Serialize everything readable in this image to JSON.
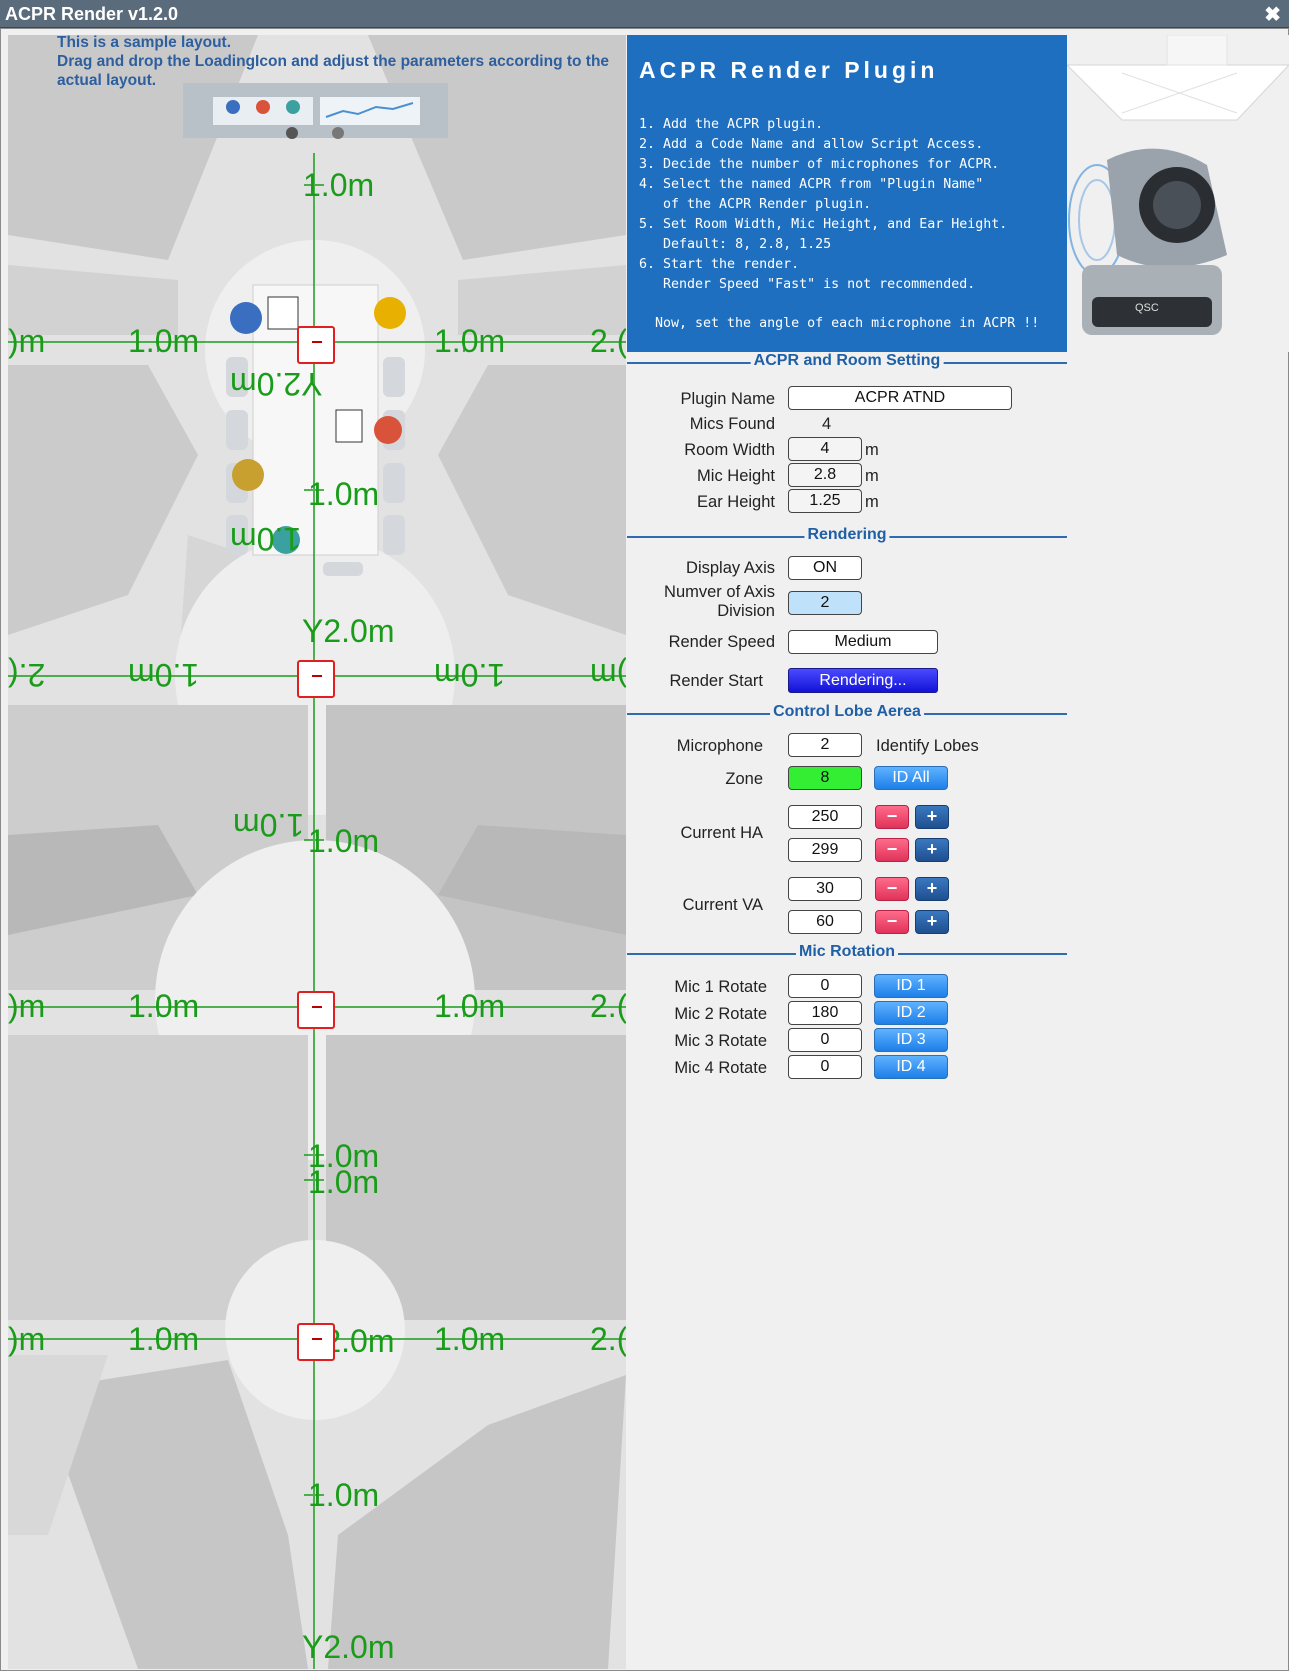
{
  "window": {
    "title": "ACPR Render v1.2.0",
    "close_glyph": "✖"
  },
  "note": {
    "line1": "This is a sample layout.",
    "line2": "Drag and drop the LoadingIcon and adjust the parameters according to the actual layout."
  },
  "axis_labels": {
    "one_m": "1.0m",
    "two_m": "2.0m",
    "zero_partial": ")m",
    "two_partial": "2.(",
    "y_two": "Y2.0m",
    "y_one": "1.0m"
  },
  "banner": {
    "title": "ACPR Render Plugin",
    "steps": [
      "1. Add the ACPR plugin.",
      "2. Add a Code Name and allow Script Access.",
      "3. Decide the number of microphones for ACPR.",
      "4. Select the named ACPR from \"Plugin Name\"",
      "   of the ACPR Render plugin.",
      "5. Set Room Width, Mic Height, and Ear Height.",
      "   Default: 8, 2.8, 1.25",
      "6. Start the render.",
      "   Render Speed \"Fast\" is not recommended."
    ],
    "final": "Now, set the angle of each microphone in ACPR !!",
    "device_brand": "QSC"
  },
  "sections": {
    "room": "ACPR and Room Setting",
    "rendering": "Rendering",
    "lobe": "Control Lobe Aerea",
    "rotation": "Mic Rotation"
  },
  "room": {
    "plugin_name_label": "Plugin Name",
    "plugin_name": "ACPR ATND",
    "mics_found_label": "Mics Found",
    "mics_found": "4",
    "room_width_label": "Room Width",
    "room_width": "4",
    "mic_height_label": "Mic Height",
    "mic_height": "2.8",
    "ear_height_label": "Ear Height",
    "ear_height": "1.25",
    "unit": "m"
  },
  "rendering": {
    "display_axis_label": "Display Axis",
    "display_axis": "ON",
    "divisions_label": "Numver of Axis Division",
    "divisions": "2",
    "speed_label": "Render Speed",
    "speed": "Medium",
    "start_label": "Render Start",
    "start_button": "Rendering..."
  },
  "lobe": {
    "microphone_label": "Microphone",
    "microphone": "2",
    "identify_label": "Identify Lobes",
    "zone_label": "Zone",
    "zone": "8",
    "id_all": "ID All",
    "ha_label": "Current HA",
    "ha": [
      "250",
      "299"
    ],
    "va_label": "Current VA",
    "va": [
      "30",
      "60"
    ],
    "minus": "−",
    "plus": "+"
  },
  "rotation": {
    "rows": [
      {
        "label": "Mic 1 Rotate",
        "value": "0",
        "button": "ID 1"
      },
      {
        "label": "Mic 2 Rotate",
        "value": "180",
        "button": "ID 2"
      },
      {
        "label": "Mic 3 Rotate",
        "value": "0",
        "button": "ID 3"
      },
      {
        "label": "Mic 4 Rotate",
        "value": "0",
        "button": "ID 4"
      }
    ]
  },
  "colors": {
    "axis": "#1a9c1a",
    "banner": "#1f6fc0",
    "section": "#1f5fa6",
    "marker": "#e02020",
    "render_button": "#2020e8",
    "id_button": "#2f8ff0",
    "zone_field": "#33ee33"
  }
}
